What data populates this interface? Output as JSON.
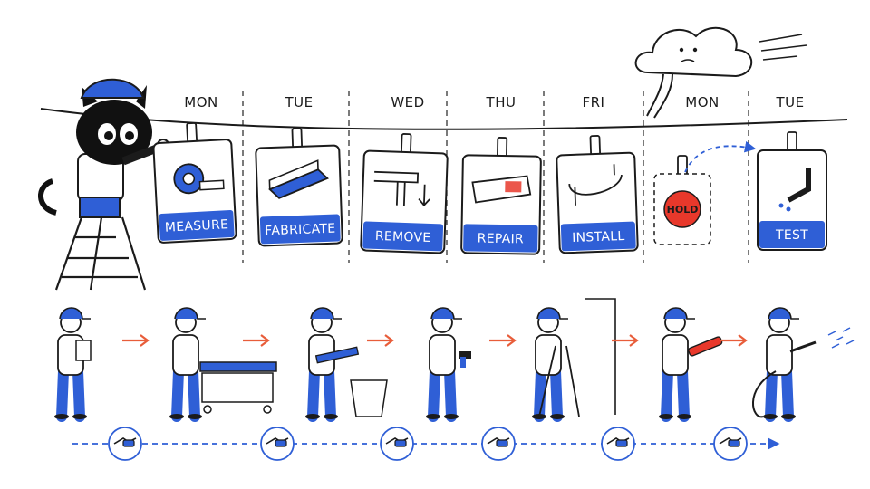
{
  "days": [
    "MON",
    "TUE",
    "WED",
    "THU",
    "FRI",
    "MON",
    "TUE"
  ],
  "cards": [
    {
      "label": "MEASURE",
      "icon": "tape-measure-icon"
    },
    {
      "label": "FABRICATE",
      "icon": "gutter-channel-icon"
    },
    {
      "label": "REMOVE",
      "icon": "gutter-removal-icon"
    },
    {
      "label": "REPAIR",
      "icon": "fascia-board-icon"
    },
    {
      "label": "INSTALL",
      "icon": "gutter-bracket-icon"
    },
    {
      "label": "",
      "icon": "hold-button-icon"
    },
    {
      "label": "TEST",
      "icon": "downspout-water-icon"
    }
  ],
  "hold_label": "HOLD",
  "workers": [
    {
      "name": "worker-measuring",
      "prop": "clipboard-icon"
    },
    {
      "name": "worker-pushing-cart",
      "prop": "gutter-cart-icon"
    },
    {
      "name": "worker-carrying-old-gutter",
      "prop": "debris-basket-icon"
    },
    {
      "name": "worker-with-drill",
      "prop": "drill-icon"
    },
    {
      "name": "worker-on-ladder",
      "prop": "ladder-icon"
    },
    {
      "name": "worker-with-caulk-gun",
      "prop": "caulk-gun-icon"
    },
    {
      "name": "worker-with-hose",
      "prop": "hose-spray-icon"
    }
  ],
  "handshake_count": 6,
  "colors": {
    "accent": "#2f5fd6",
    "arrow": "#e85d3a",
    "hold": "#e8382b",
    "ink": "#1b1b1b"
  }
}
